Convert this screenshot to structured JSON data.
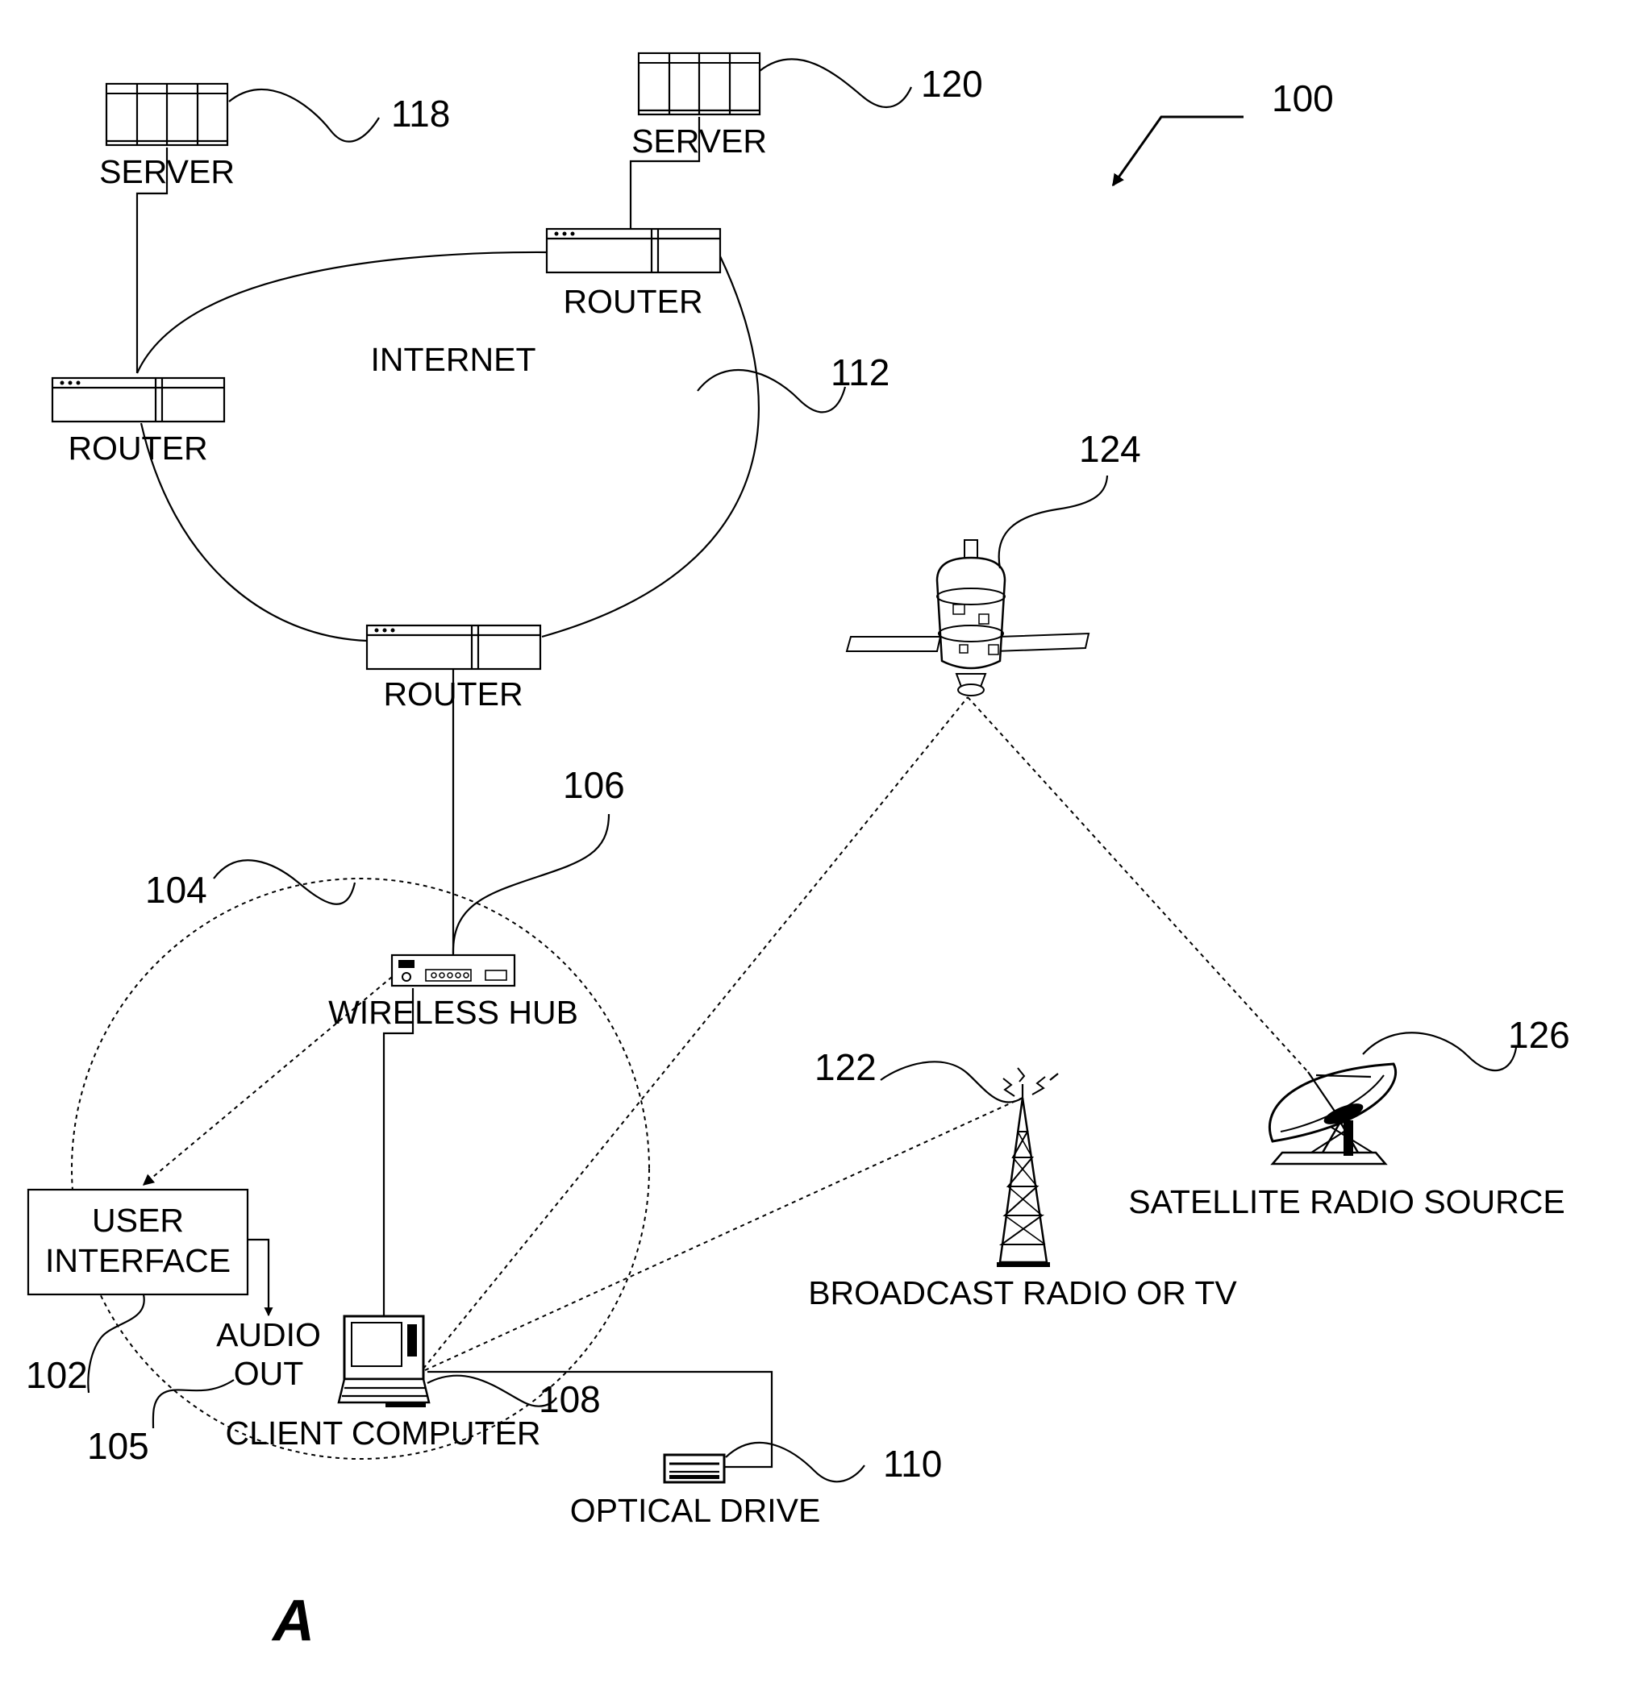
{
  "labels": {
    "server_118": "SERVER",
    "server_120": "SERVER",
    "router_left": "ROUTER",
    "router_top": "ROUTER",
    "router_bottom": "ROUTER",
    "internet": "INTERNET",
    "wireless_hub": "WIRELESS HUB",
    "user_interface_line1": "USER",
    "user_interface_line2": "INTERFACE",
    "audio_out_line1": "AUDIO",
    "audio_out_line2": "OUT",
    "client_computer": "CLIENT COMPUTER",
    "optical_drive": "OPTICAL DRIVE",
    "broadcast": "BROADCAST RADIO OR TV",
    "satellite_radio_source": "SATELLITE RADIO SOURCE"
  },
  "refs": {
    "r100": "100",
    "r102": "102",
    "r104": "104",
    "r105": "105",
    "r106": "106",
    "r108": "108",
    "r110": "110",
    "r112": "112",
    "r118": "118",
    "r120": "120",
    "r122": "122",
    "r124": "124",
    "r126": "126"
  },
  "figure_letter": "A"
}
